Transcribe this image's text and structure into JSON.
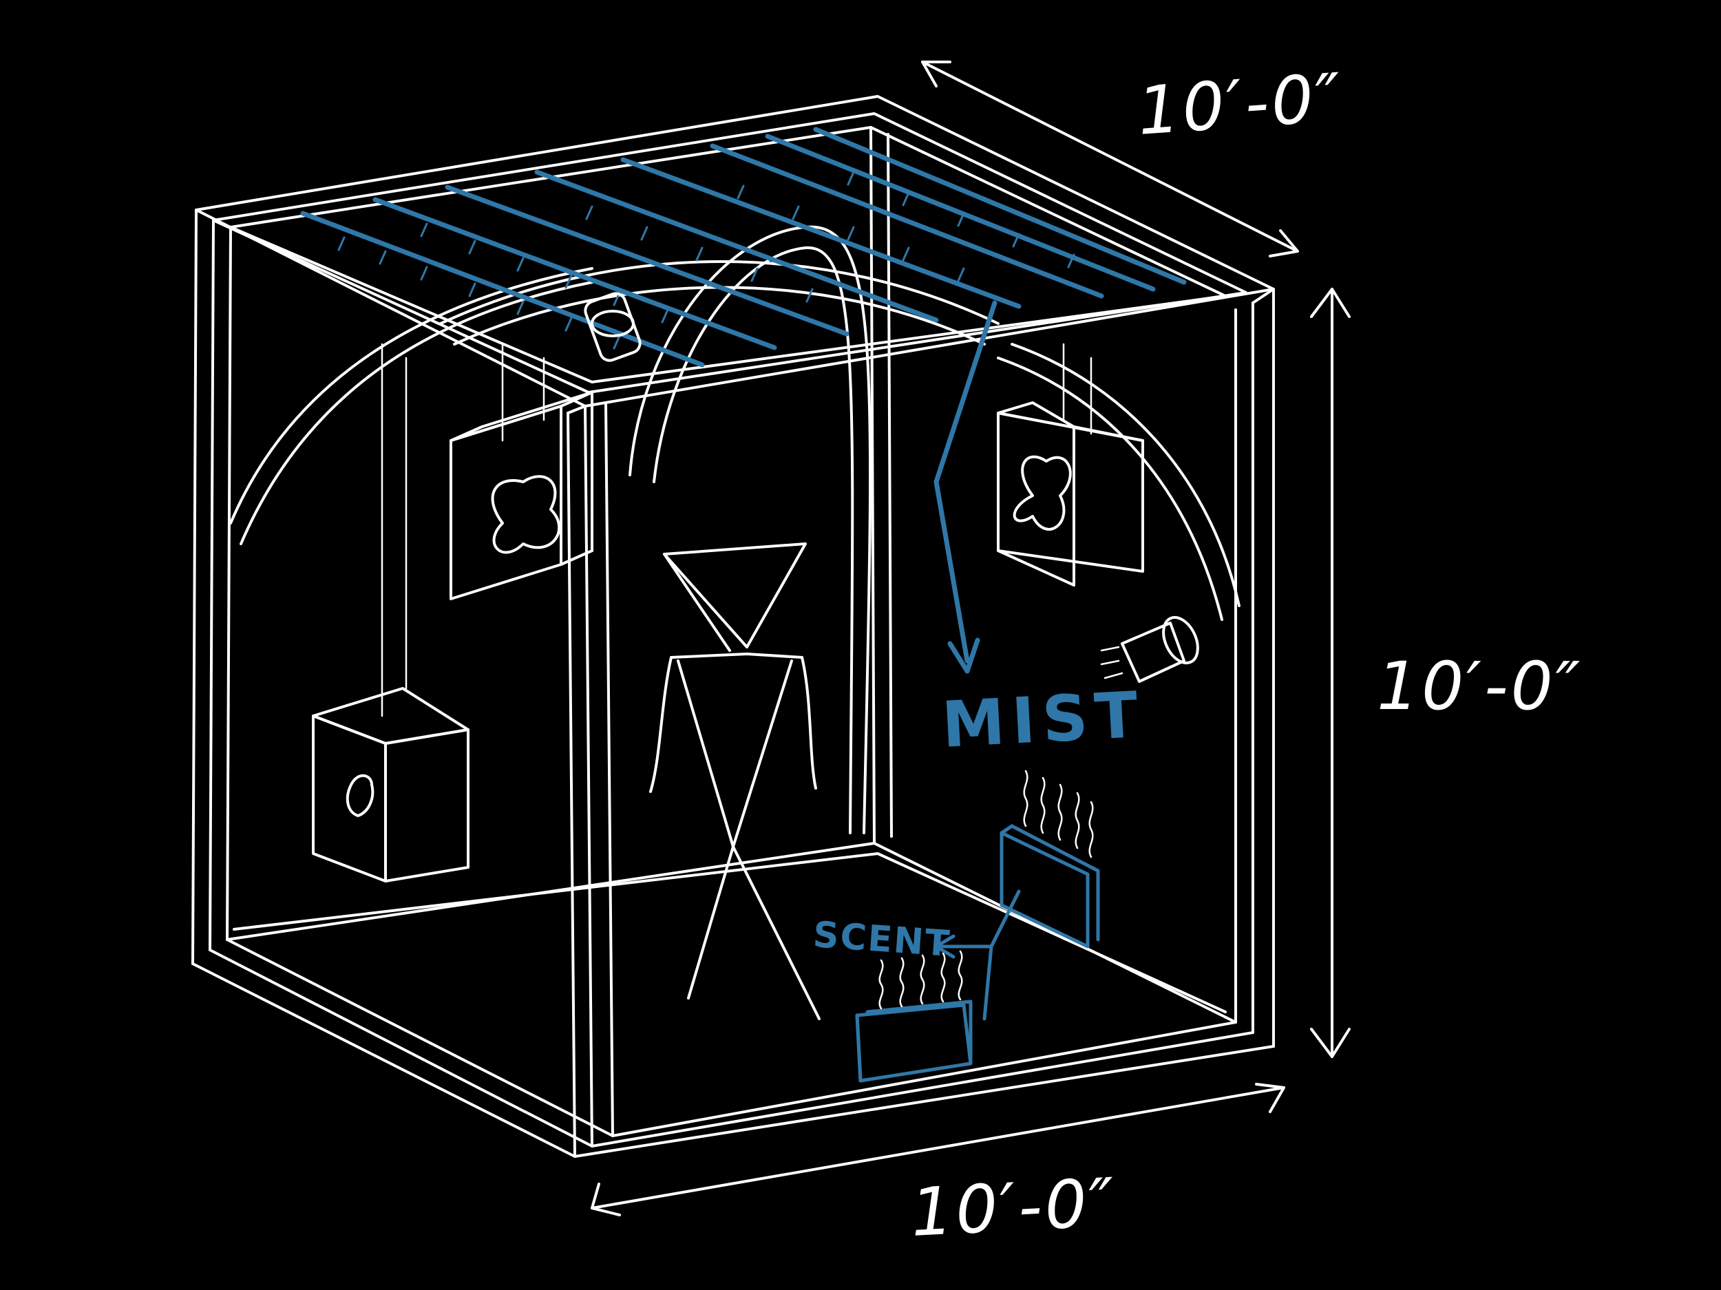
{
  "labels": {
    "dim_top": "10′-0″",
    "dim_right": "10′-0″",
    "dim_bottom": "10′-0″",
    "mist": "MIST",
    "scent": "SCENT"
  },
  "colors": {
    "background": "#000000",
    "sketch_line": "#ffffff",
    "accent_blue": "#2f77a8"
  },
  "icons": [
    "fan-icon",
    "speaker-icon",
    "spotlight-icon",
    "heater-icon",
    "mist-nozzle-icon"
  ]
}
